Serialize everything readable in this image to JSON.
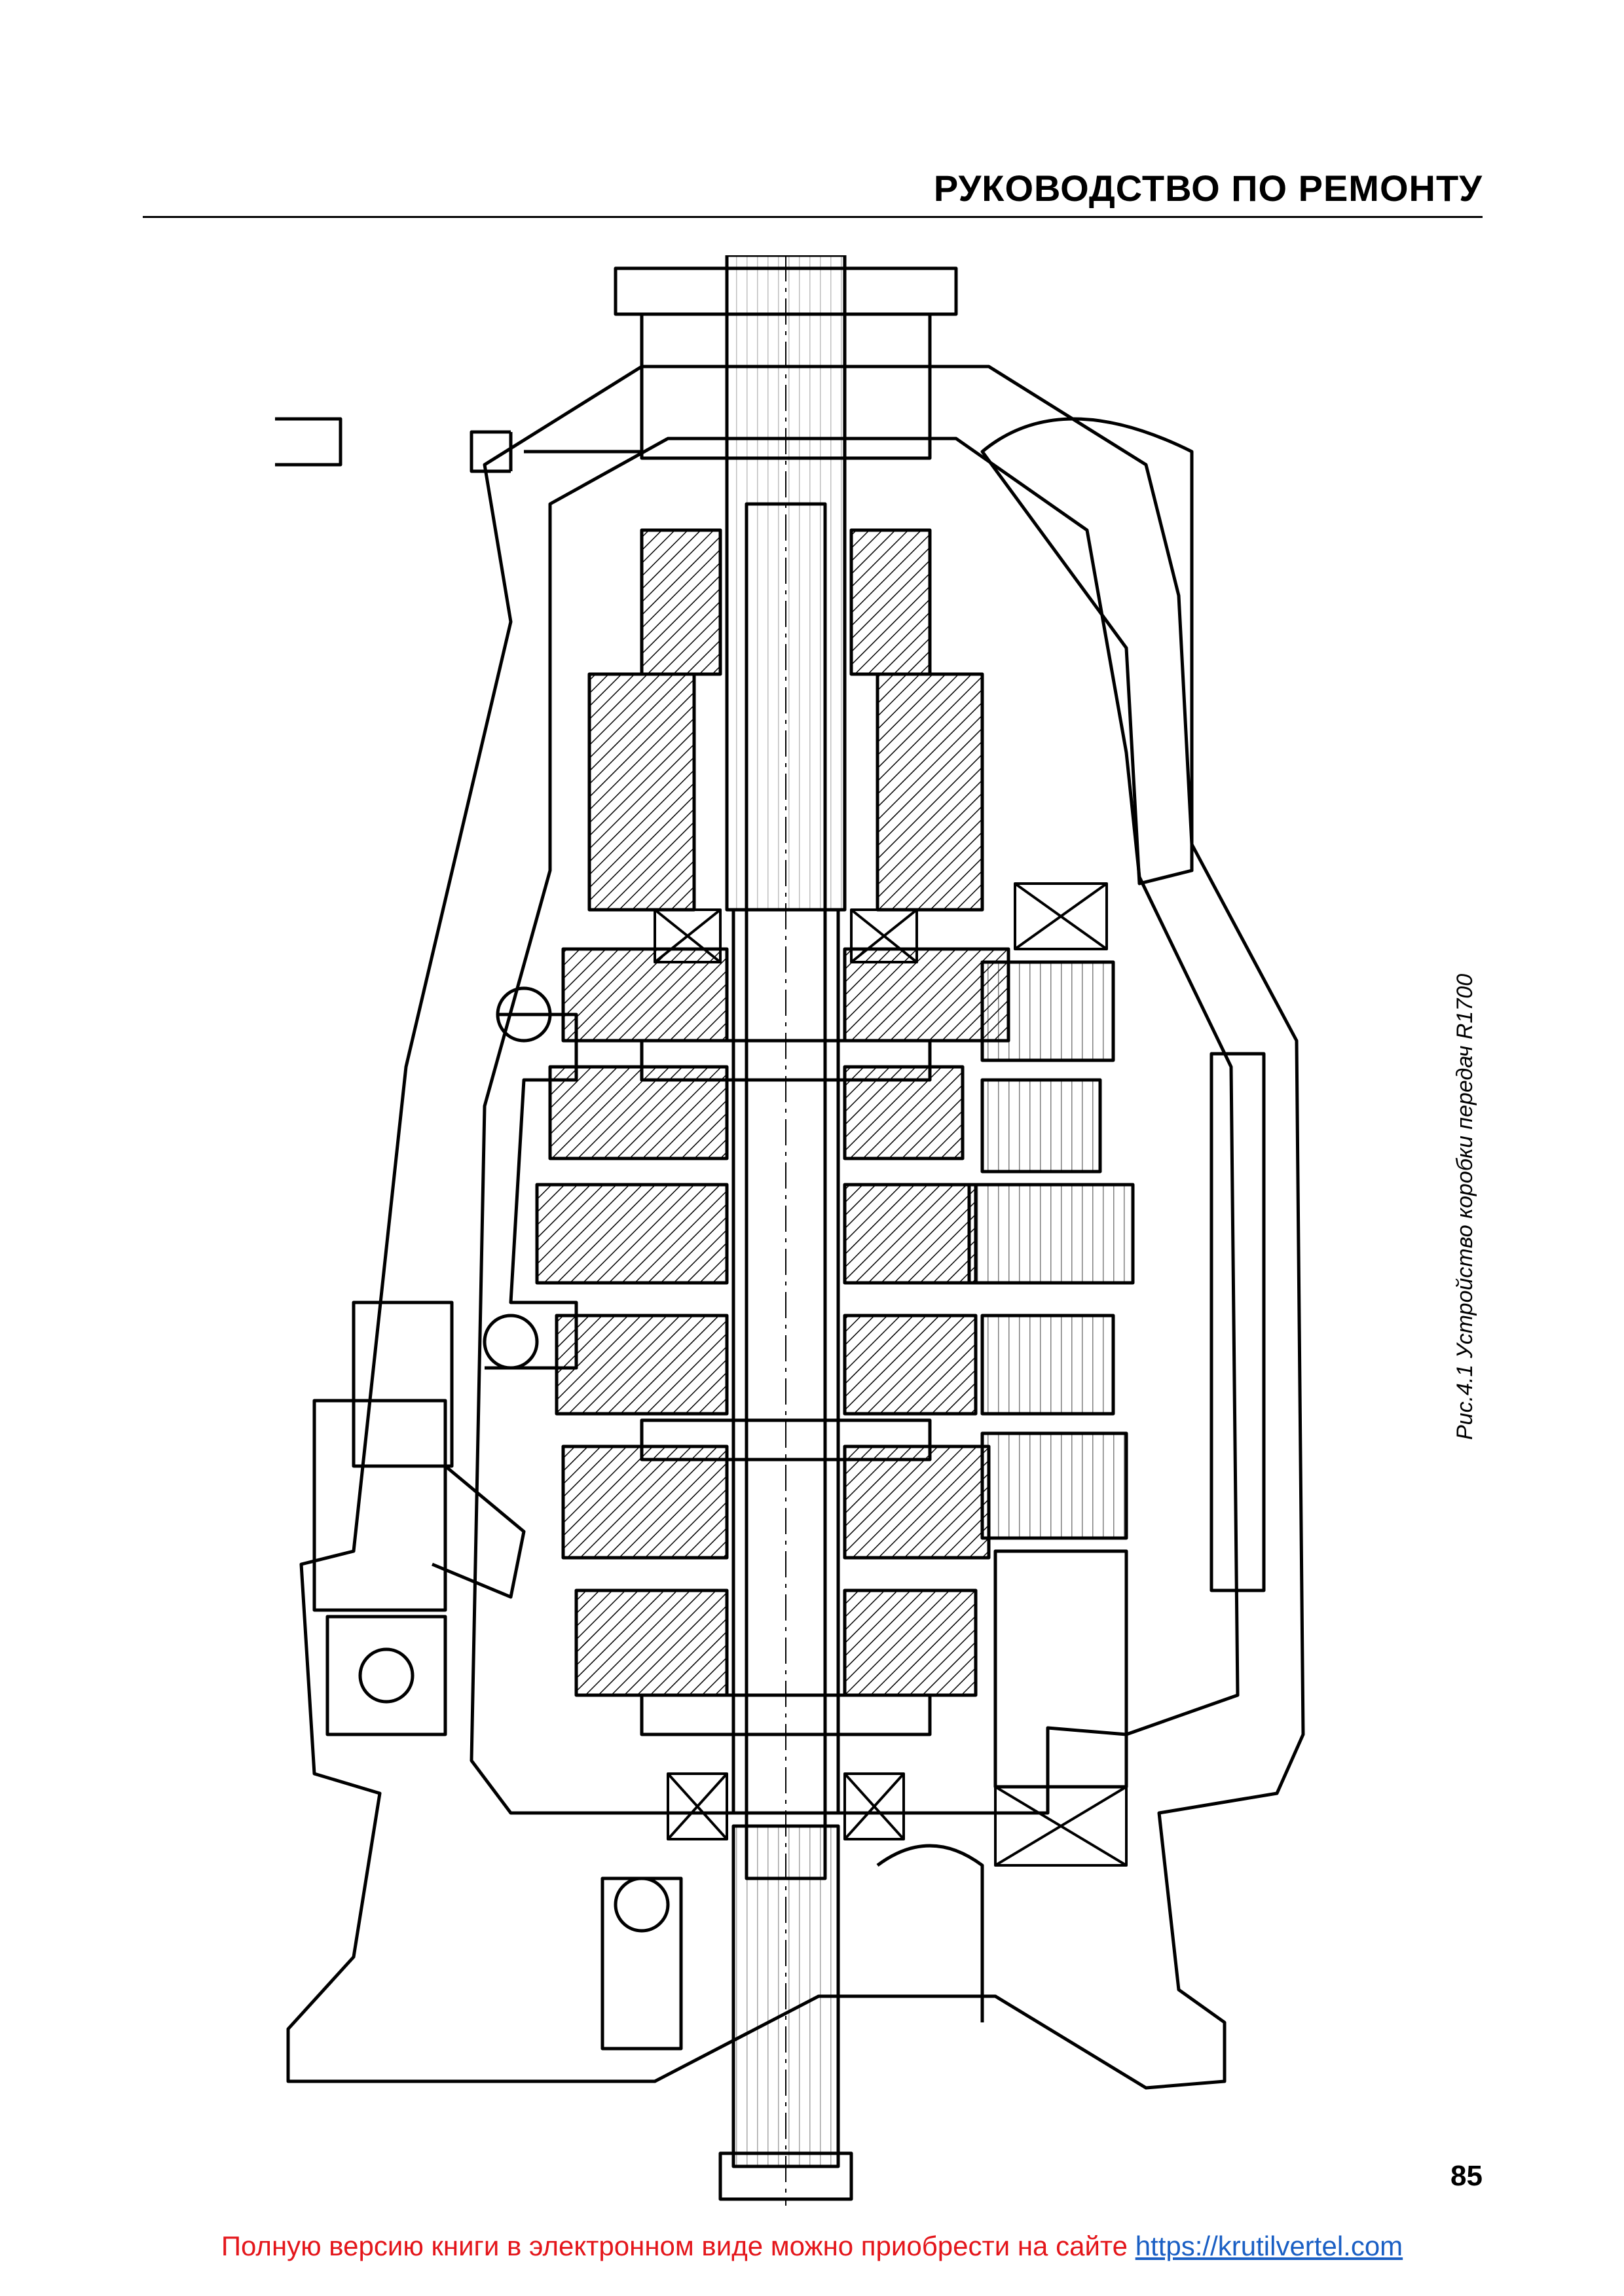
{
  "header": {
    "title": "РУКОВОДСТВО ПО РЕМОНТУ"
  },
  "figure": {
    "caption": "Рис.4.1 Устройство коробки передач R1700"
  },
  "page": {
    "number": "85"
  },
  "footer": {
    "text": "Полную версию книги в электронном виде можно приобрести на сайте ",
    "link_text": "https://krutilvertel.com"
  },
  "colors": {
    "footer_text": "#e4161b",
    "footer_link": "#1a5fc4"
  }
}
